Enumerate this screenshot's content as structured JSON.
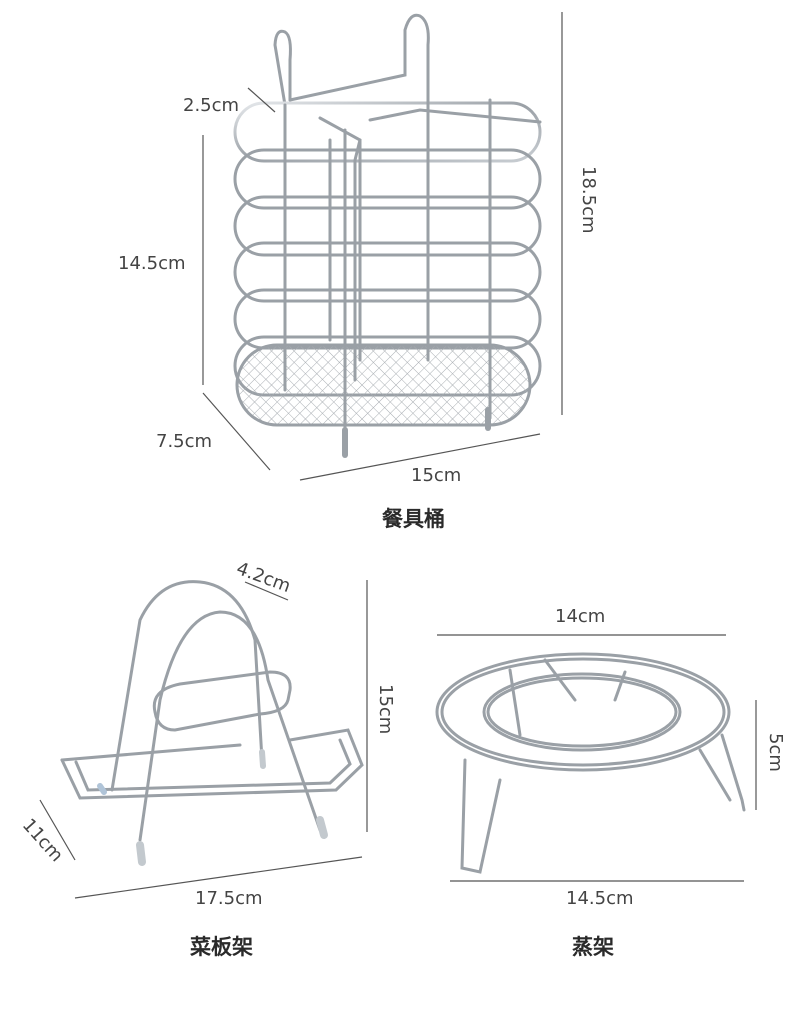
{
  "products": {
    "utensil_holder": {
      "title": "餐具桶",
      "dims": {
        "hook": "2.5cm",
        "height_body": "14.5cm",
        "height_total": "18.5cm",
        "depth": "7.5cm",
        "width": "15cm"
      }
    },
    "board_rack": {
      "title": "菜板架",
      "dims": {
        "slot": "4.2cm",
        "height": "15cm",
        "depth": "11cm",
        "width": "17.5cm"
      }
    },
    "steam_rack": {
      "title": "蒸架",
      "dims": {
        "top_diameter": "14cm",
        "height": "5cm",
        "bottom_width": "14.5cm"
      }
    }
  },
  "colors": {
    "wire": "#9aa0a6",
    "wire_highlight": "#d8dde2",
    "dimension_line": "#555555",
    "text": "#333333"
  }
}
